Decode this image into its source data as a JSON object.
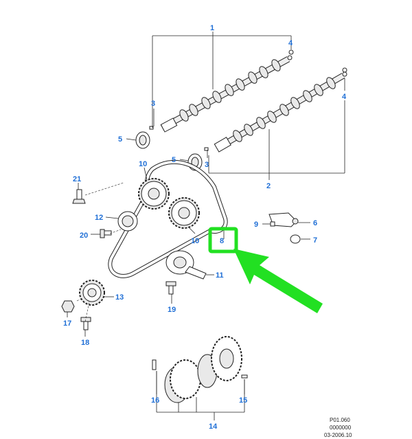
{
  "callouts": {
    "c1": "1",
    "c2": "2",
    "c3a": "3",
    "c3b": "3",
    "c4a": "4",
    "c4b": "4",
    "c5a": "5",
    "c5b": "5",
    "c6": "6",
    "c7": "7",
    "c8": "8",
    "c9": "9",
    "c10a": "10",
    "c10b": "10",
    "c11": "11",
    "c12": "12",
    "c13": "13",
    "c14": "14",
    "c15": "15",
    "c16": "16",
    "c17": "17",
    "c18": "18",
    "c19": "19",
    "c20": "20",
    "c21": "21"
  },
  "reference": {
    "code": "P01.060",
    "number": "0000000",
    "date": "03-2006.10"
  },
  "colors": {
    "callout": "#1f6fd6",
    "highlight": "#22e022",
    "line": "#222222"
  }
}
